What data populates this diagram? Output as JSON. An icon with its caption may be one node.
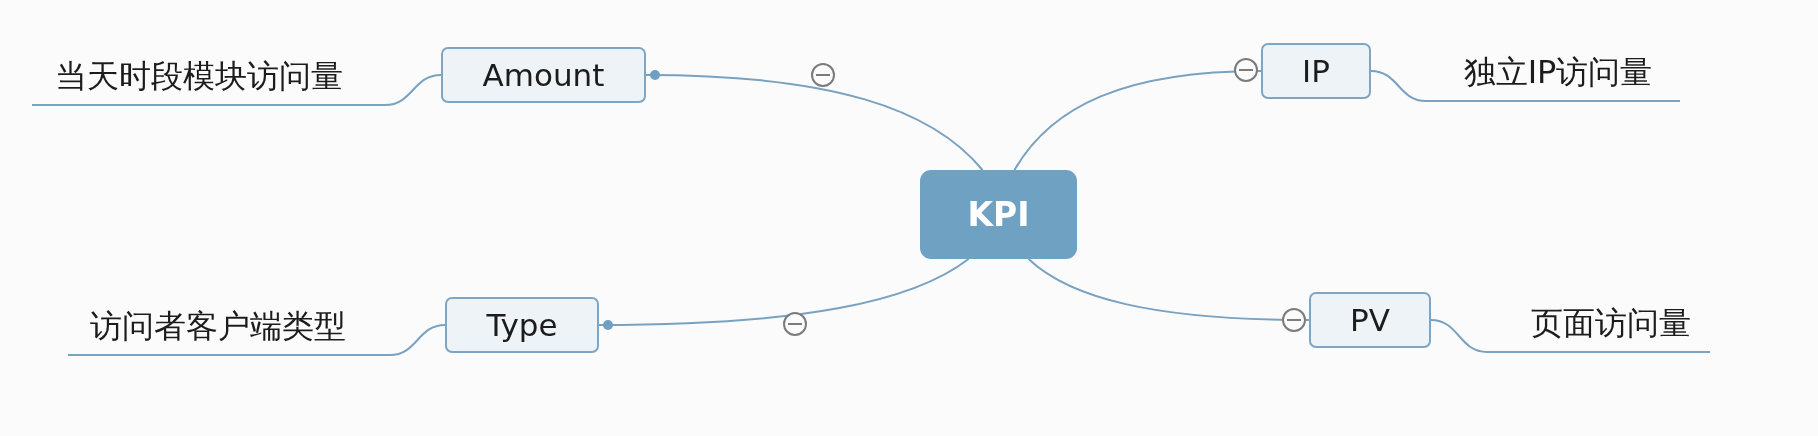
{
  "diagram": {
    "nodes": [
      {
        "text": [
          "KPI"
        ]
      },
      {
        "text": [
          "Amount"
        ]
      },
      {
        "text": [
          "当天时段模块访问量"
        ]
      },
      {
        "text": [
          "IP"
        ]
      },
      {
        "text": [
          "独立IP访问量"
        ]
      },
      {
        "text": [
          "Type"
        ]
      },
      {
        "text": [
          "访问者客户端类型"
        ]
      },
      {
        "text": [
          "PV"
        ]
      },
      {
        "text": [
          "页面访问量"
        ]
      }
    ],
    "edges": [
      {
        "from": 0,
        "to": 1,
        "arrow": "other"
      },
      {
        "from": 0,
        "to": 3,
        "arrow": "none"
      },
      {
        "from": 0,
        "to": 5,
        "arrow": "other"
      },
      {
        "from": 0,
        "to": 7,
        "arrow": "none"
      },
      {
        "from": 1,
        "to": 2,
        "arrow": "none"
      },
      {
        "from": 3,
        "to": 4,
        "arrow": "none"
      },
      {
        "from": 5,
        "to": 6,
        "arrow": "none"
      },
      {
        "from": 7,
        "to": 8,
        "arrow": "none"
      }
    ]
  }
}
